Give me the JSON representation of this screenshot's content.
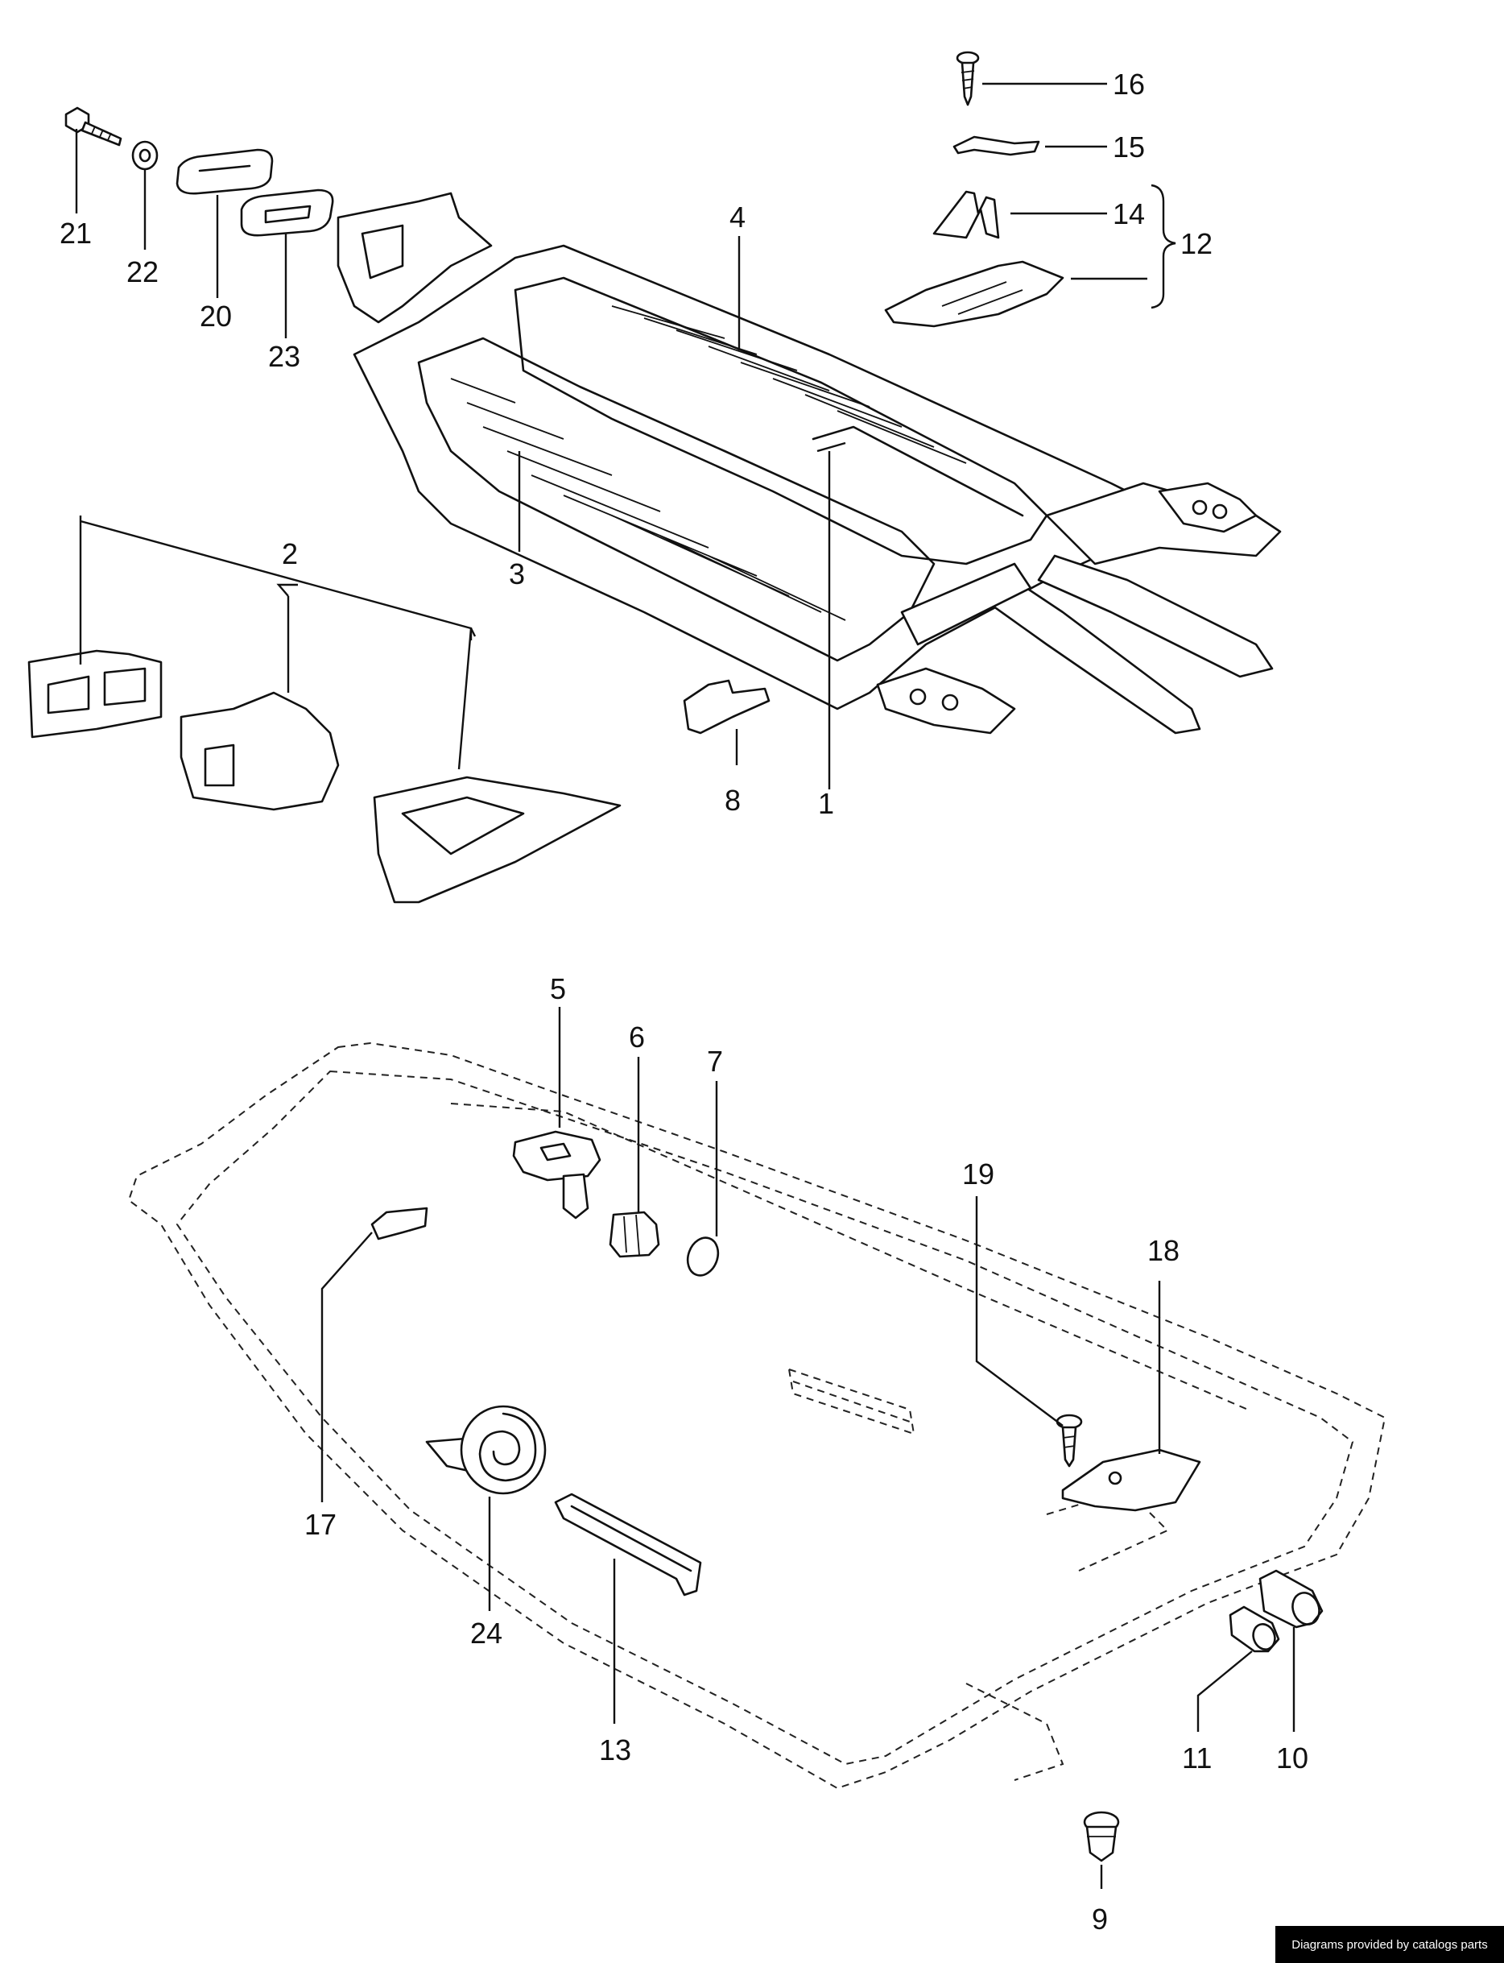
{
  "callouts": {
    "c1": "1",
    "c2": "2",
    "c3": "3",
    "c4": "4",
    "c5": "5",
    "c6": "6",
    "c7": "7",
    "c8": "8",
    "c9": "9",
    "c10": "10",
    "c11": "11",
    "c12": "12",
    "c13": "13",
    "c14": "14",
    "c15": "15",
    "c16": "16",
    "c17": "17",
    "c18": "18",
    "c19": "19",
    "c20": "20",
    "c21": "21",
    "c22": "22",
    "c23": "23",
    "c24": "24"
  },
  "credit": "Diagrams provided by catalogs parts"
}
